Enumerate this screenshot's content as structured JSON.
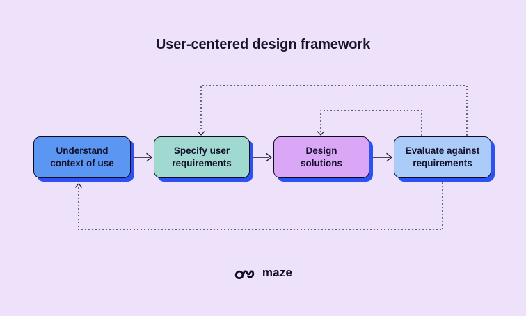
{
  "title": "User-centered design framework",
  "steps": [
    {
      "id": "understand",
      "line1": "Understand",
      "line2": "context of use"
    },
    {
      "id": "specify",
      "line1": "Specify user",
      "line2": "requirements"
    },
    {
      "id": "design",
      "line1": "Design",
      "line2": "solutions"
    },
    {
      "id": "evaluate",
      "line1": "Evaluate against",
      "line2": "requirements"
    }
  ],
  "edges": [
    {
      "from": "Understand context of use",
      "to": "Specify user requirements",
      "style": "solid-arrow"
    },
    {
      "from": "Specify user requirements",
      "to": "Design solutions",
      "style": "solid-arrow"
    },
    {
      "from": "Design solutions",
      "to": "Evaluate against requirements",
      "style": "solid-arrow"
    },
    {
      "from": "Evaluate against requirements",
      "to": "Specify user requirements",
      "style": "dashed-feedback"
    },
    {
      "from": "Evaluate against requirements",
      "to": "Design solutions",
      "style": "dashed-feedback"
    },
    {
      "from": "Evaluate against requirements",
      "to": "Understand context of use",
      "style": "dashed-feedback"
    }
  ],
  "colors": {
    "background": "#EDE2F9",
    "step_understand": "#5B96F2",
    "step_specify": "#A0D9CF",
    "step_design": "#D9A7F5",
    "step_evaluate": "#ABCBF8",
    "box_shadow": "#2D52F4",
    "box_outline": "#0E0D1F",
    "connector": "#17142B",
    "title_text": "#17142B"
  },
  "logo": {
    "text": "maze",
    "icon": "maze-logo-mark"
  }
}
